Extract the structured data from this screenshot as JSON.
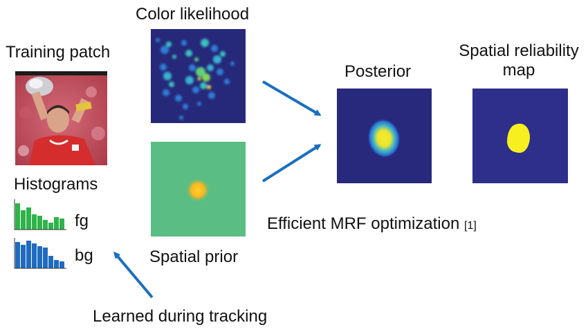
{
  "labels": {
    "training_patch": "Training patch",
    "histograms": "Histograms",
    "fg": "fg",
    "bg": "bg",
    "color_likelihood": "Color likelihood",
    "spatial_prior": "Spatial prior",
    "posterior": "Posterior",
    "spatial_reliability_line1": "Spatial reliability",
    "spatial_reliability_line2": "map",
    "mrf": "Efficient MRF optimization",
    "mrf_ref": "[1]",
    "learned": "Learned during tracking"
  },
  "histograms": {
    "fg_values": [
      0.95,
      0.7,
      0.8,
      0.55,
      0.5,
      0.35,
      0.25,
      0.45,
      0.4
    ],
    "bg_values": [
      0.95,
      0.85,
      1.0,
      0.9,
      0.8,
      0.75,
      0.45,
      0.3,
      0.25
    ],
    "fg_color": "#2fb34a",
    "bg_color": "#1f6bbf"
  },
  "colors": {
    "arrow": "#1a6fbf",
    "map_background": "#2d2f8a",
    "prior_background": "#5abd84",
    "blob": "#f2ec2a"
  }
}
